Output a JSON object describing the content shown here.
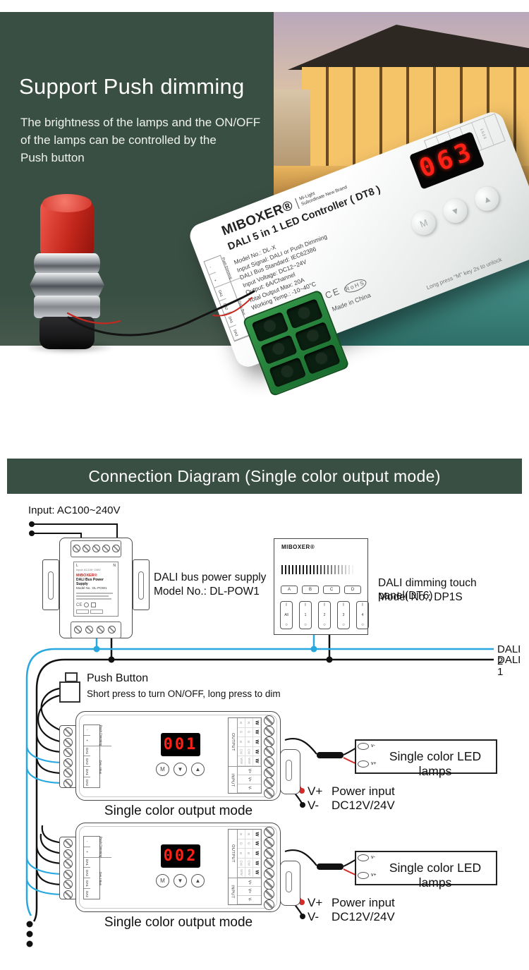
{
  "colors": {
    "panel_green": "#3a4f44",
    "wire_blue": "#29a8e0",
    "wire_red": "#d42a28",
    "display_red": "#ff2016"
  },
  "hero": {
    "title": "Support Push dimming",
    "desc_line1": "The brightness of the lamps and the ON/OFF",
    "desc_line2": "of the lamps can be controlled by the",
    "desc_line3": "Push button",
    "device": {
      "brand": "MIBOXER®",
      "brand_sub1": "Mi-Light",
      "brand_sub2": "Subordinate New Brand",
      "name": "DALI 5 in 1 LED Controller ( DT8 )",
      "display": "063",
      "btn_m": "M",
      "btn_down": "▼",
      "btn_up": "▲",
      "spec1": "Model No.: DL-X",
      "spec2": "Input Signal: DALI or Push Dimming",
      "spec3": "DALI Bus Standard: IEC62386",
      "spec4": "Input Voltage: DC12~24V",
      "spec5": "Output: 6A/Channel",
      "spec6": "Total Output Max: 20A",
      "spec7": "Working Temp.: -10~40°C",
      "made_in": "Made in China",
      "mark_ce": "CE",
      "mark_rohs": "RoHS",
      "edge_note": "Long press \"M\" key 2s to unlock",
      "mini_output": "OUTPUT",
      "mini_gauge": "1.5-2.5"
    }
  },
  "banner": {
    "title": "Connection Diagram (Single color output mode)"
  },
  "diagram": {
    "input_label": "Input: AC100~240V",
    "psu": {
      "side1": "DALI bus power supply",
      "side2": "Model No.: DL-POW1",
      "brand": "MiBOXER®",
      "title": "DALI Bus Power Supply",
      "model": "Model No.: DL-POW1",
      "pin_l": "L",
      "pin_n": "N",
      "input_note": "Input: AC100~240V",
      "mark": "CE"
    },
    "panel": {
      "brand": "MIBOXER®",
      "side1": "DALI dimming touch panel(DT6)",
      "side2": "Model No.: DP1S",
      "btn_a": "A",
      "btn_b": "B",
      "btn_c": "C",
      "btn_d": "D",
      "zone_on": "I",
      "zone_off": "○",
      "zone1": "All",
      "zone2": "1",
      "zone3": "2",
      "zone4": "3",
      "zone5": "4"
    },
    "bus": {
      "dali2": "DALI 2",
      "dali1": "DALI 1"
    },
    "push_button": {
      "title": "Push Button",
      "subtitle": "Short press to turn ON/OFF, long press to dim"
    },
    "controller": {
      "btn_m": "M",
      "btn_down": "▼",
      "btn_up": "▲",
      "t1": "-",
      "t2": "+",
      "t3": "DA1",
      "t4": "DA2",
      "t5": "DA1",
      "t6": "DA2",
      "grp1": "Push Dimming",
      "grp2": "DALI Bus",
      "output_label": "OUTPUT",
      "input_label": "INPUT",
      "g1": "R",
      "g2": "G",
      "g3": "B",
      "g4": "CW",
      "g5": "WW",
      "w": "W",
      "in1": "V+",
      "in2": "V+",
      "in3": "V-"
    },
    "controllers": [
      {
        "display": "001",
        "caption": "Single color output mode"
      },
      {
        "display": "002",
        "caption": "Single color output mode"
      }
    ],
    "lamps": {
      "label": "Single color LED lamps",
      "t_minus": "v-",
      "t_plus": "v+"
    },
    "power": {
      "vplus": "V+",
      "vminus": "V-",
      "line1": "Power input",
      "line2": "DC12V/24V"
    }
  }
}
